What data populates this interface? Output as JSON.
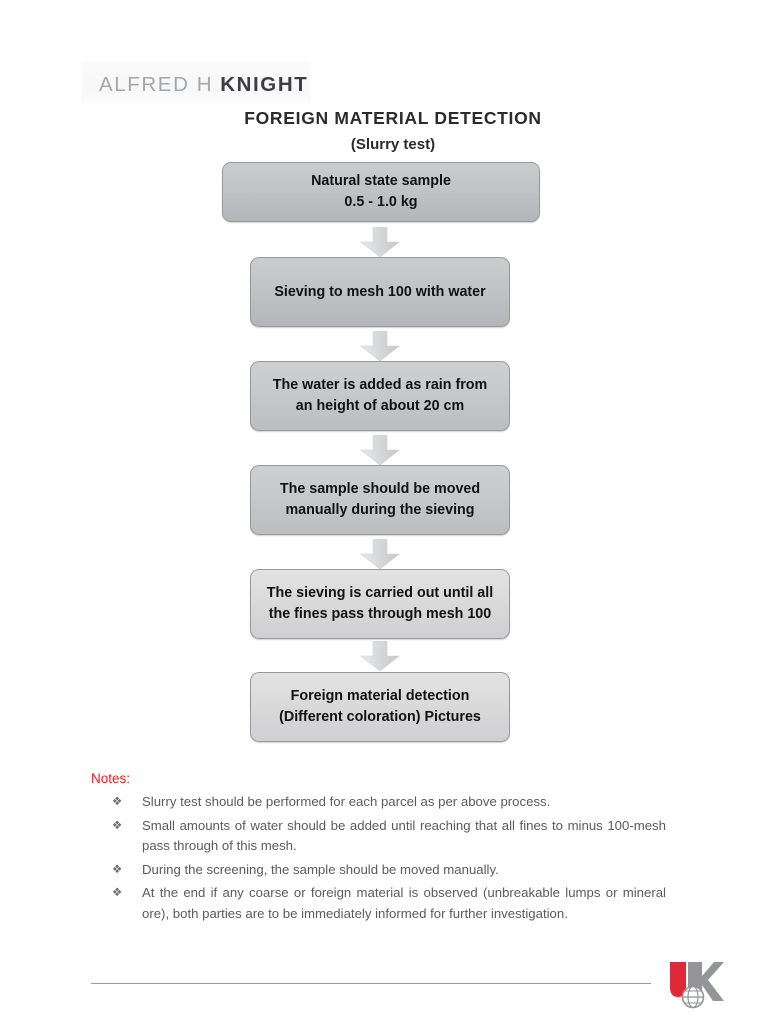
{
  "brand": {
    "name_light": "ALFRED H",
    "name_bold": "KNIGHT",
    "logo_icon": "ahk-globe-logo-icon"
  },
  "document": {
    "title": "FOREIGN MATERIAL DETECTION",
    "subtitle": "(Slurry test)"
  },
  "flowchart": {
    "type": "vertical-process-flow",
    "arrow_icon": "down-arrow-icon",
    "steps": [
      {
        "id": "step-1",
        "line1": "Natural state sample",
        "line2": "0.5 - 1.0 kg",
        "shade": "dark"
      },
      {
        "id": "step-2",
        "line1": "Sieving to mesh 100 with water",
        "line2": "",
        "shade": "dark"
      },
      {
        "id": "step-3",
        "line1": "The water is added as rain from",
        "line2": "an height of about 20 cm",
        "shade": "mid"
      },
      {
        "id": "step-4",
        "line1": "The sample should be moved",
        "line2": "manually during the sieving",
        "shade": "mid"
      },
      {
        "id": "step-5",
        "line1": "The sieving is carried out until all",
        "line2": "the fines  pass through mesh 100",
        "shade": "light"
      },
      {
        "id": "step-6",
        "line1": "Foreign material detection",
        "line2": "(Different coloration) Pictures",
        "shade": "light"
      }
    ]
  },
  "notes": {
    "heading": "Notes:",
    "heading_color": "#ec1c24",
    "bullet_glyph": "❖",
    "items": [
      "Slurry test should be performed for each parcel as per above process.",
      "Small amounts of water should be added until reaching that all fines to minus 100-mesh pass through of this mesh.",
      "During the screening, the sample should be moved manually.",
      "At the end if any coarse or foreign material is observed (unbreakable lumps or mineral ore), both parties are to be immediately informed for further investigation."
    ]
  },
  "footer": {
    "logo_icon": "ahk-k-globe-logo-icon",
    "logo_red": "#e02937",
    "logo_gray": "#939598"
  }
}
